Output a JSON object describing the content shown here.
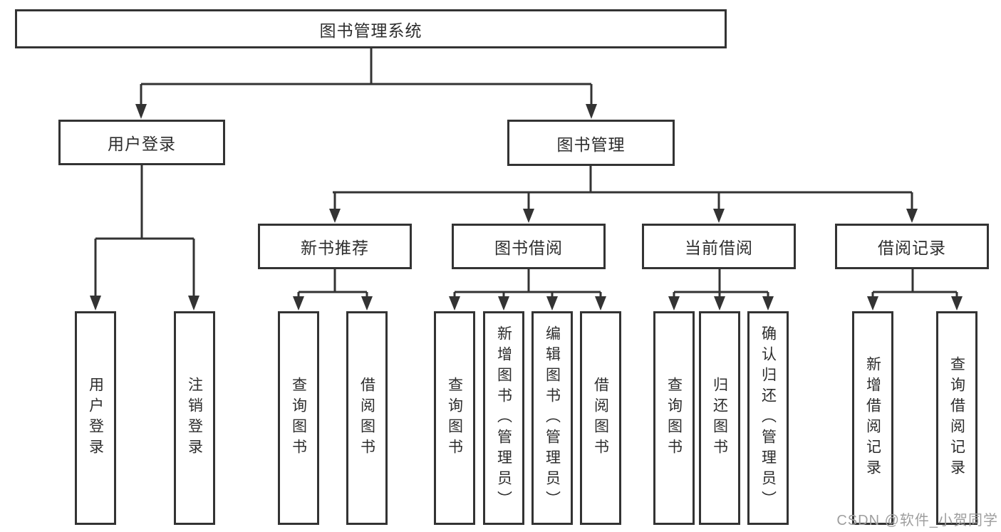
{
  "diagram": {
    "root": {
      "label": "图书管理系统"
    },
    "level2": [
      {
        "label": "用户登录"
      },
      {
        "label": "图书管理"
      }
    ],
    "level3": [
      {
        "label": "新书推荐"
      },
      {
        "label": "图书借阅"
      },
      {
        "label": "当前借阅"
      },
      {
        "label": "借阅记录"
      }
    ],
    "leaves": [
      {
        "label": "用户登录",
        "parent": "用户登录"
      },
      {
        "label": "注销登录",
        "parent": "用户登录"
      },
      {
        "label": "查询图书",
        "parent": "新书推荐"
      },
      {
        "label": "借阅图书",
        "parent": "新书推荐"
      },
      {
        "label": "查询图书",
        "parent": "图书借阅"
      },
      {
        "label": "新增图书（管理员）",
        "parent": "图书借阅"
      },
      {
        "label": "编辑图书（管理员）",
        "parent": "图书借阅"
      },
      {
        "label": "借阅图书",
        "parent": "图书借阅"
      },
      {
        "label": "查询图书",
        "parent": "当前借阅"
      },
      {
        "label": "归还图书",
        "parent": "当前借阅"
      },
      {
        "label": "确认归还（管理员）",
        "parent": "当前借阅"
      },
      {
        "label": "新增借阅记录",
        "parent": "借阅记录"
      },
      {
        "label": "查询借阅记录",
        "parent": "借阅记录"
      }
    ],
    "colors": {
      "line": "#333333",
      "text": "#2d2d2d",
      "background": "#ffffff"
    }
  },
  "watermark": {
    "text": "CSDN @软件_小贺同学",
    "color": "#9e9e9e"
  }
}
